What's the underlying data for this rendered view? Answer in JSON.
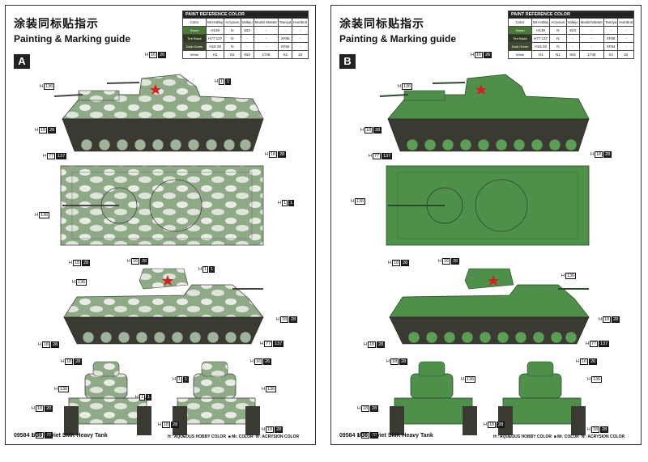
{
  "pages": [
    {
      "scheme": "A",
      "title_cn": "涂装同标贴指示",
      "title_en": "Painting & Marking guide",
      "model": "09584 1/35  Soviet SMK Heavy Tank"
    },
    {
      "scheme": "B",
      "title_cn": "涂装同标贴指示",
      "title_en": "Painting & Marking guide",
      "model": "09584 1/35  Soviet SMK Heavy Tank"
    }
  ],
  "paint_table": {
    "title": "PAINT REFERENCE COLOR",
    "headers": [
      "Color",
      "Mr.Hobby",
      "Acrysion",
      "Vallejo",
      "Model Master",
      "Tamiya",
      "Humbrol"
    ],
    "rows": [
      {
        "swatch_color": "#4a7a3a",
        "swatch_label": "Green",
        "hobby_code": "136",
        "acrysion_code": "",
        "vallejo": "823",
        "model_master": "-",
        "tamiya": "-",
        "humbrol": "-"
      },
      {
        "swatch_color": "#2f3a22",
        "swatch_label": "Tire Black",
        "hobby_code": "77",
        "acrysion_code": "137",
        "vallejo": "-",
        "model_master": "-",
        "tamiya": "XF85",
        "humbrol": "-"
      },
      {
        "swatch_color": "#3e4a2c",
        "swatch_label": "Dark Green",
        "hobby_code": "18",
        "acrysion_code": "28",
        "vallejo": "-",
        "model_master": "-",
        "tamiya": "XF84",
        "humbrol": "-"
      },
      {
        "swatch_color": "#ffffff",
        "swatch_label": "White",
        "hobby_code": "1",
        "acrysion_code": "1",
        "vallejo": "842",
        "model_master": "1745",
        "tamiya": "X2",
        "humbrol": "22"
      }
    ]
  },
  "legend": {
    "aqueous": "AQUEOUS HOBBY COLOR",
    "mr": "Mr. COLOR",
    "acrysion": "ACRYSION COLOR"
  },
  "callouts": {
    "h": "H",
    "n1": "1",
    "n16": "16",
    "n26": "26",
    "n28": "28",
    "n18": "18",
    "n77": "77",
    "n137": "137",
    "n136": "136",
    "n20": "20"
  },
  "colors": {
    "camo_green": "#8faa86",
    "camo_white": "#e8ece4",
    "solid_green": "#4e8f4a",
    "track": "#3a3a32",
    "star": "#d42020"
  }
}
